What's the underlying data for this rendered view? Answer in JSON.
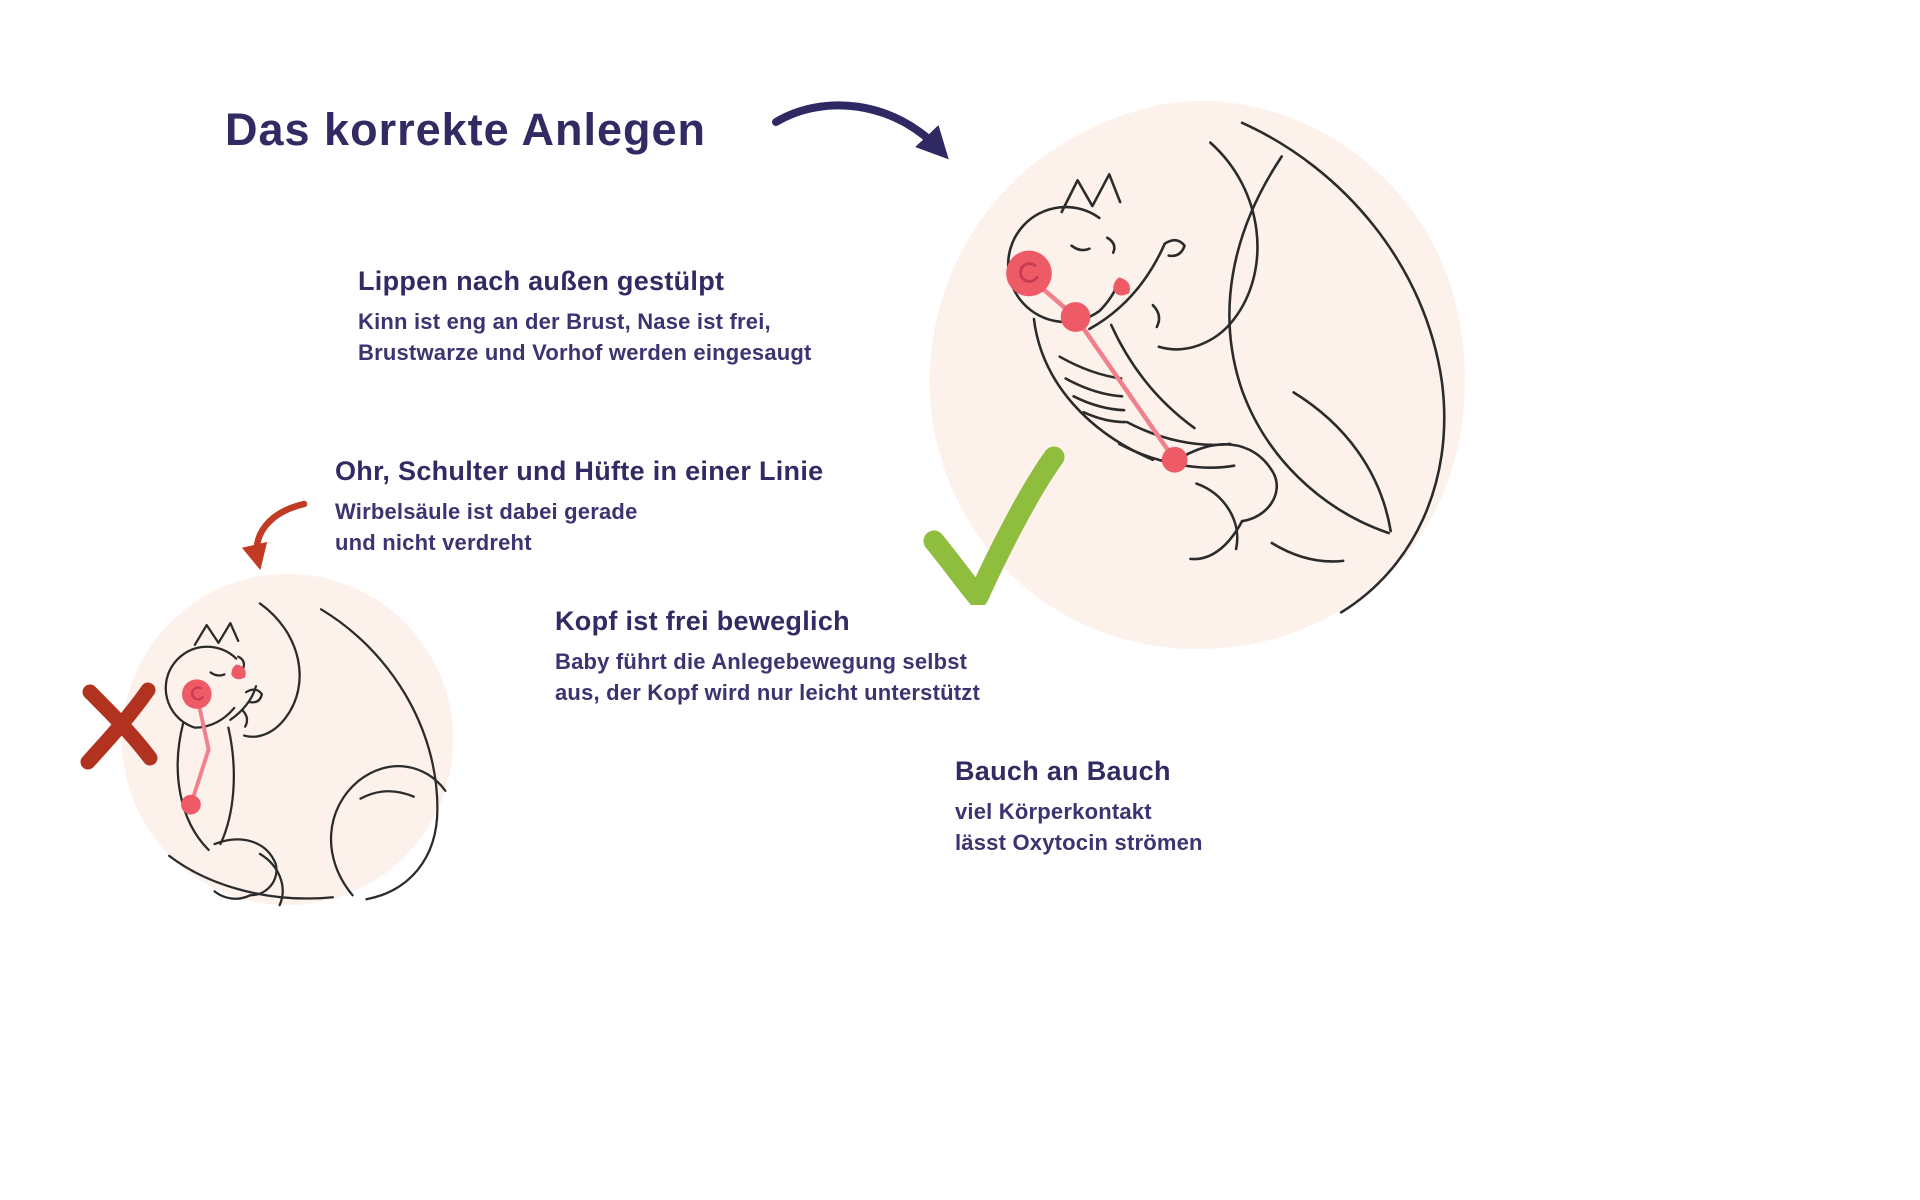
{
  "title": "Das korrekte Anlegen",
  "sections": {
    "lips": {
      "heading": "Lippen nach außen gestülpt",
      "lines": [
        "Kinn ist eng an der Brust, Nase ist frei,",
        "Brustwarze und Vorhof werden eingesaugt"
      ]
    },
    "alignment": {
      "heading": "Ohr, Schulter und Hüfte in einer Linie",
      "lines": [
        "Wirbelsäule ist dabei gerade",
        "und nicht verdreht"
      ]
    },
    "head": {
      "heading": "Kopf ist frei beweglich",
      "lines": [
        "Baby führt die Anlegebewegung selbst",
        "aus, der Kopf wird nur leicht unterstützt"
      ]
    },
    "belly": {
      "heading": "Bauch an Bauch",
      "lines": [
        "viel Körperkontakt",
        "lässt Oxytocin strömen"
      ]
    }
  },
  "figures": {
    "correct": {
      "meaning": "correct latch illustration",
      "mark": "check"
    },
    "incorrect": {
      "meaning": "incorrect latch illustration",
      "mark": "cross"
    }
  },
  "colors": {
    "navy": "#312b63",
    "pink_accent": "#ef5a67",
    "green_check": "#8fbe3e",
    "red_cross": "#b23220",
    "red_arrow": "#c23b24",
    "figure_background": "#fdf1ec",
    "line_art": "#2b2b2b"
  }
}
